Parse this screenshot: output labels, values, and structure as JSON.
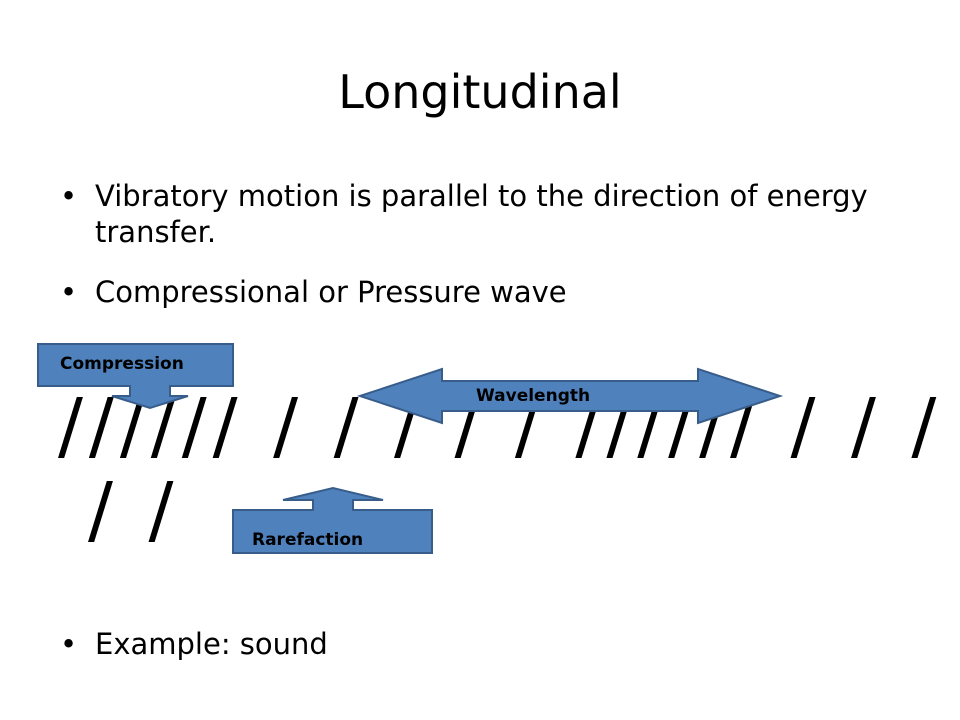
{
  "slide": {
    "title": "Longitudinal",
    "bullet_char": "•",
    "bullets": [
      "Vibratory motion is parallel to the direction of energy transfer.",
      "Compressional or Pressure wave",
      "Example: sound"
    ],
    "slash_line_1": "////// / / / / / ////// / / /",
    "slash_line_2": "/ /"
  },
  "diagram": {
    "compression_label": "Compression",
    "rarefaction_label": "Rarefaction",
    "wavelength_label": "Wavelength",
    "fill_color": "#4F81BD",
    "stroke_color": "#385D8A"
  }
}
